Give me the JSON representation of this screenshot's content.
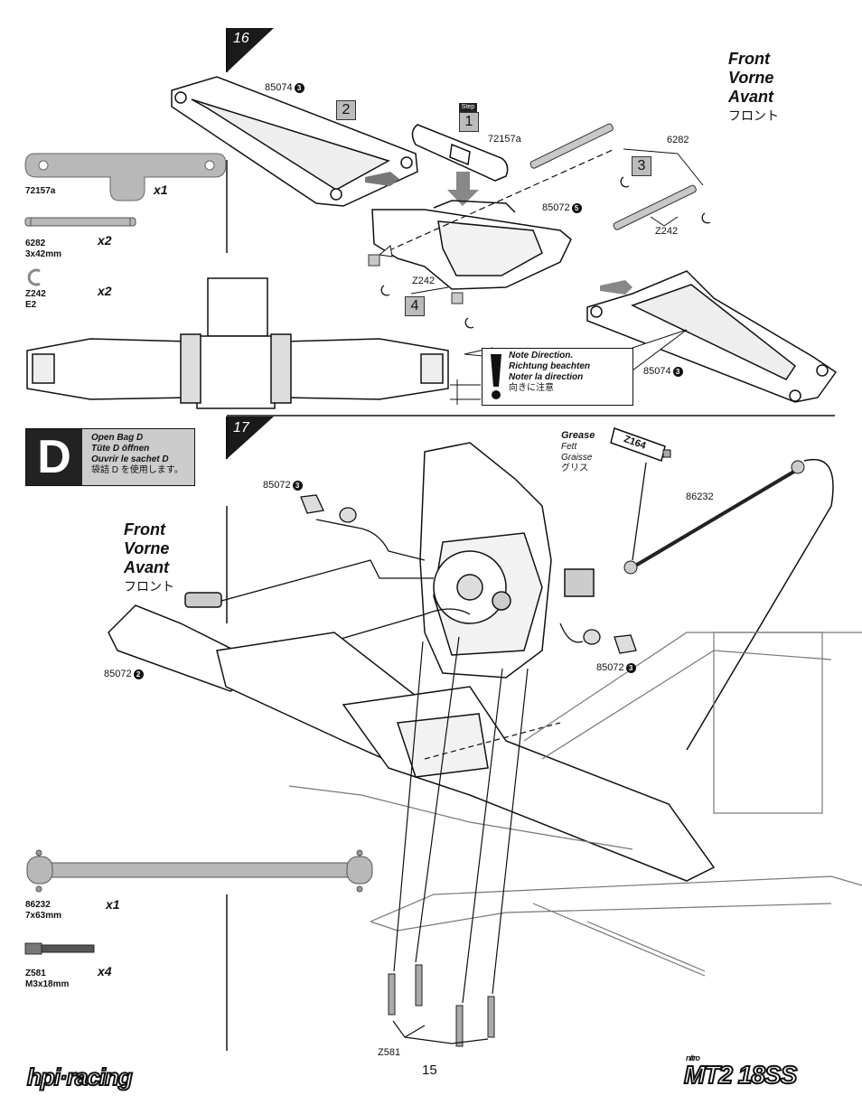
{
  "page_number": "15",
  "brand_logo": "hpi·racing",
  "model_logo": "MT2 18SS",
  "model_logo_small": "nitro",
  "front_label": [
    "Front",
    "Vorne",
    "Avant",
    "フロント"
  ],
  "step16": {
    "number": "16",
    "parts": {
      "p72157a": {
        "code": "72157a",
        "qty": "x1"
      },
      "p6282": {
        "code": "6282",
        "size": "3x42mm",
        "qty": "x2"
      },
      "pZ242": {
        "code": "Z242",
        "size": "E2",
        "qty": "x2"
      }
    },
    "labels": {
      "arm_top": "85074",
      "arm_top_n": "3",
      "holder": "72157a",
      "pins": "6282",
      "bulkhead": "85072",
      "bulkhead_n": "5",
      "clip_right": "Z242",
      "clip_left": "Z242",
      "arm_bottom": "85074",
      "arm_bottom_n": "3",
      "step_tag": "Step"
    },
    "steps": [
      "1",
      "2",
      "3",
      "4"
    ],
    "note": {
      "title": "Note Direction.",
      "de": "Richtung beachten",
      "fr": "Noter la direction",
      "jp": "向きに注意"
    }
  },
  "bag": {
    "letter": "D",
    "en": "Open Bag D",
    "de": "Tüte D öffnen",
    "fr": "Ouvrir le sachet D",
    "jp": "袋詰 D を使用します。"
  },
  "step17": {
    "number": "17",
    "grease": {
      "label": [
        "Grease",
        "Fett",
        "Graisse",
        "グリス"
      ],
      "tube": "Z164"
    },
    "labels": {
      "shaft": "86232",
      "cup_left": "85072",
      "cup_left_n": "3",
      "cup_right": "85072",
      "cup_right_n": "3",
      "arm_set": "85072",
      "arm_set_n": "2",
      "screws": "Z581"
    },
    "parts": {
      "p86232": {
        "code": "86232",
        "size": "7x63mm",
        "qty": "x1"
      },
      "pZ581": {
        "code": "Z581",
        "size": "M3x18mm",
        "qty": "x4"
      }
    }
  },
  "colors": {
    "step_tab": "#1a1a1a",
    "box_fill": "#bdbdbd",
    "line": "#222222",
    "metal": "#b5b5b5"
  }
}
